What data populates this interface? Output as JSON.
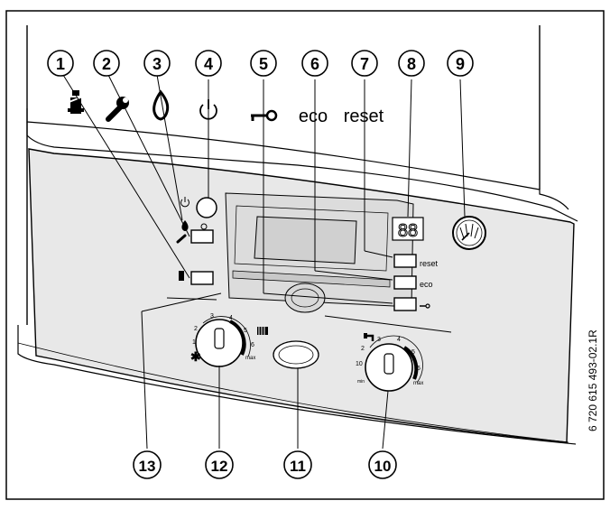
{
  "callouts": [
    "1",
    "2",
    "3",
    "4",
    "5",
    "6",
    "7",
    "8",
    "9",
    "10",
    "11",
    "12",
    "13"
  ],
  "symbol_labels": {
    "eco": "eco",
    "reset": "reset"
  },
  "button_labels": {
    "reset": "reset",
    "eco": "eco"
  },
  "display_digits": "88",
  "heating_knob": {
    "scale": [
      "1",
      "2",
      "3",
      "4",
      "5",
      "6",
      "max"
    ]
  },
  "dhw_knob": {
    "scale": [
      "min",
      "2",
      "3",
      "4",
      "5",
      "6",
      "max"
    ]
  },
  "figure_code": "6 720 615 493-02.1R"
}
